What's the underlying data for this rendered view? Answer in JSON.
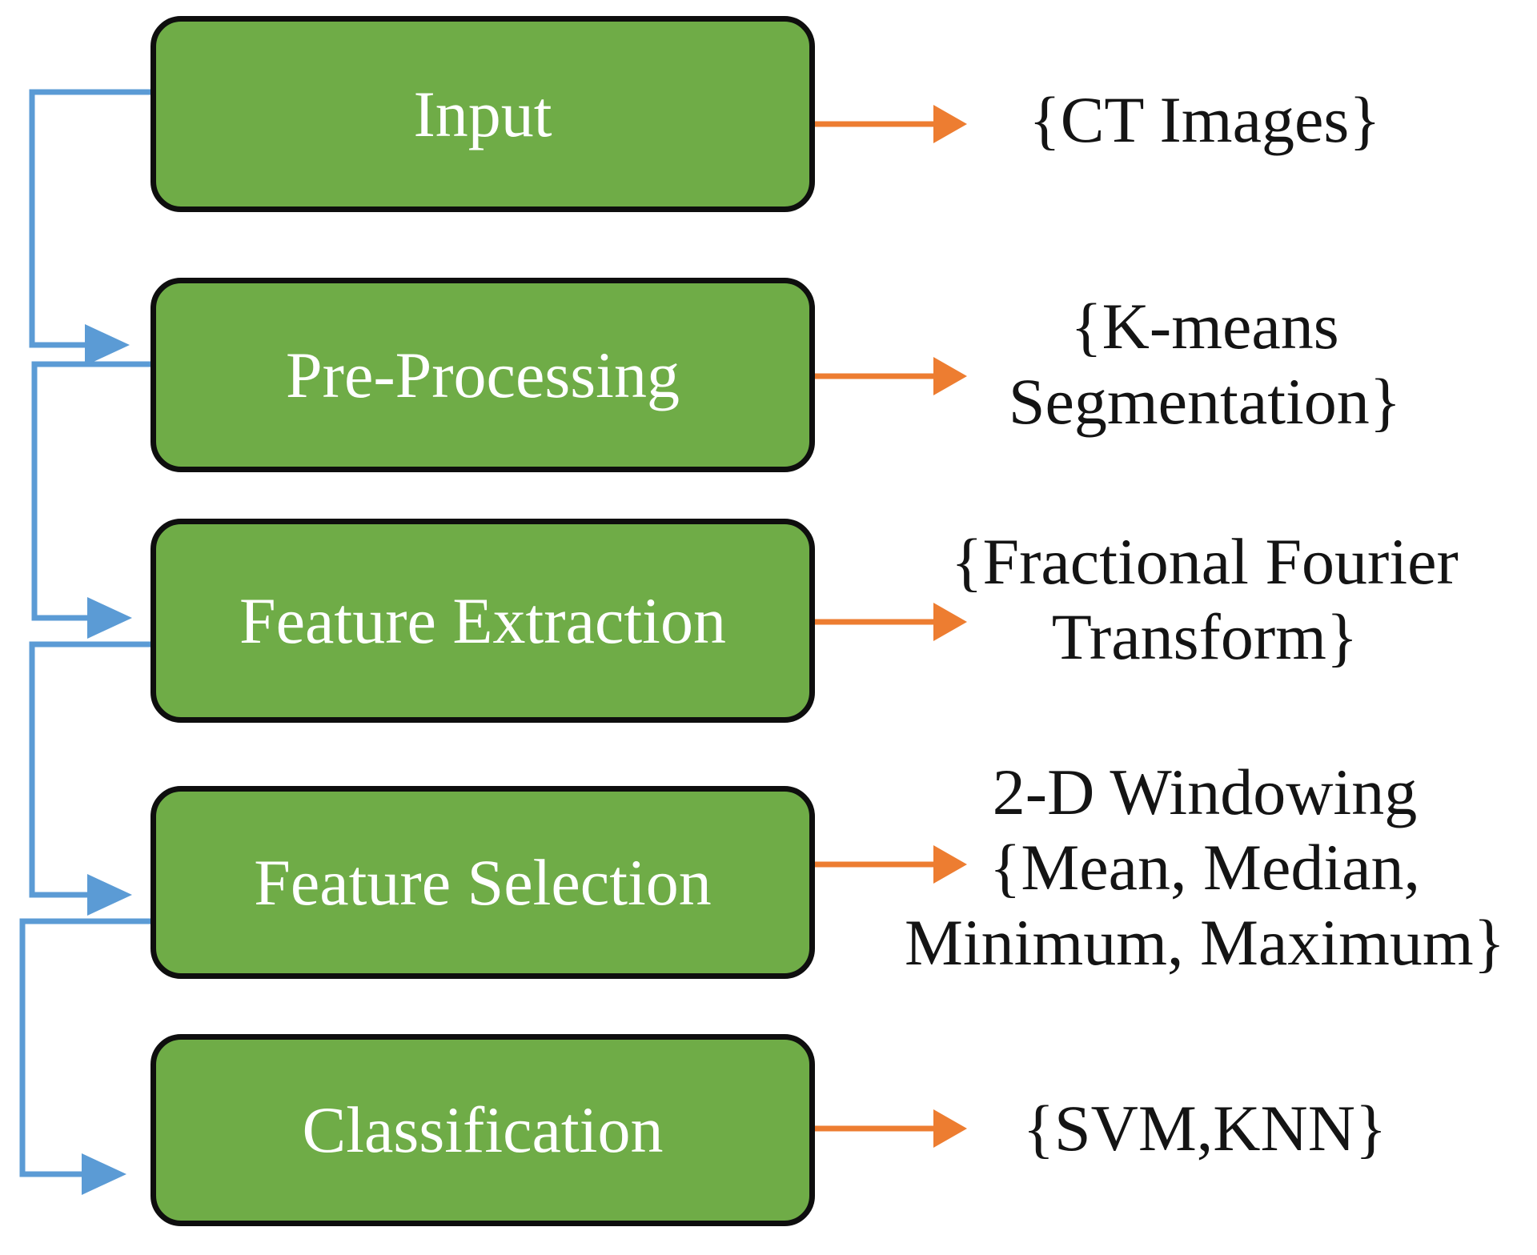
{
  "boxes": [
    {
      "label": "Input"
    },
    {
      "label": "Pre-Processing"
    },
    {
      "label": "Feature Extraction"
    },
    {
      "label": "Feature Selection"
    },
    {
      "label": "Classification"
    }
  ],
  "annotations": [
    {
      "lines": [
        "{CT Images}"
      ]
    },
    {
      "lines": [
        "{K-means",
        "Segmentation}"
      ]
    },
    {
      "lines": [
        "{Fractional Fourier",
        "Transform}"
      ]
    },
    {
      "lines": [
        "2-D Windowing",
        "{Mean, Median,",
        "Minimum, Maximum}"
      ]
    },
    {
      "lines": [
        "{SVM,KNN}"
      ]
    }
  ],
  "colors": {
    "box_fill": "#6FAC47",
    "box_border": "#0E0E0E",
    "box_text": "#FFFFFF",
    "connector_blue": "#5B9BD5",
    "arrow_orange": "#ED7D31",
    "annotation_text": "#141414",
    "background": "#FFFFFF"
  }
}
